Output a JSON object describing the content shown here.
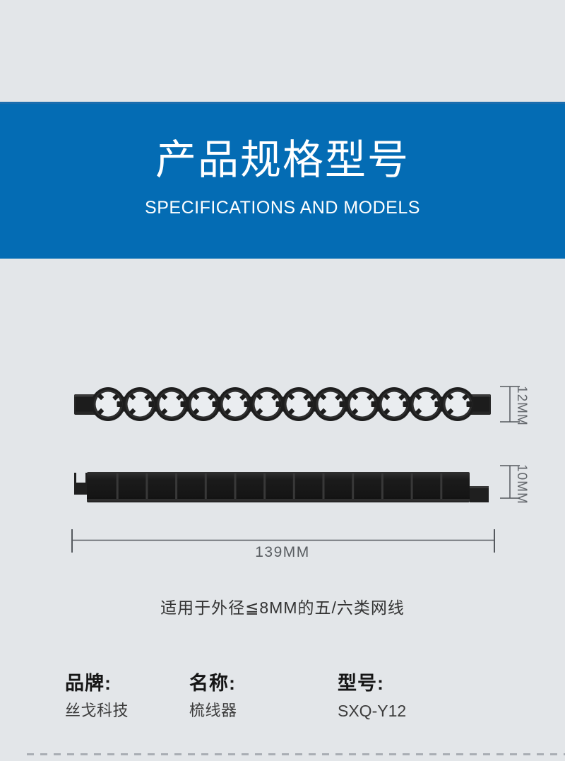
{
  "banner": {
    "title": "产品规格型号",
    "subtitle": "SPECIFICATIONS AND MODELS"
  },
  "diagram": {
    "ring_count": 12,
    "dim_top_height": "12MM",
    "dim_side_height": "10MM",
    "dim_length": "139MM",
    "note": "适用于外径≦8MM的五/六类网线"
  },
  "specs": {
    "brand": {
      "label": "品牌:",
      "value": "丝戈科技"
    },
    "name": {
      "label": "名称:",
      "value": "梳线器"
    },
    "model": {
      "label": "型号:",
      "value": "SXQ-Y12"
    }
  },
  "colors": {
    "background": "#e3e6e9",
    "banner_blue": "#046cb4",
    "banner_text": "#ffffff",
    "product_black": "#1d1d1d",
    "dimension_gray": "#63676c",
    "text_dark": "#323232",
    "dash_gray": "#a9aeb4"
  }
}
